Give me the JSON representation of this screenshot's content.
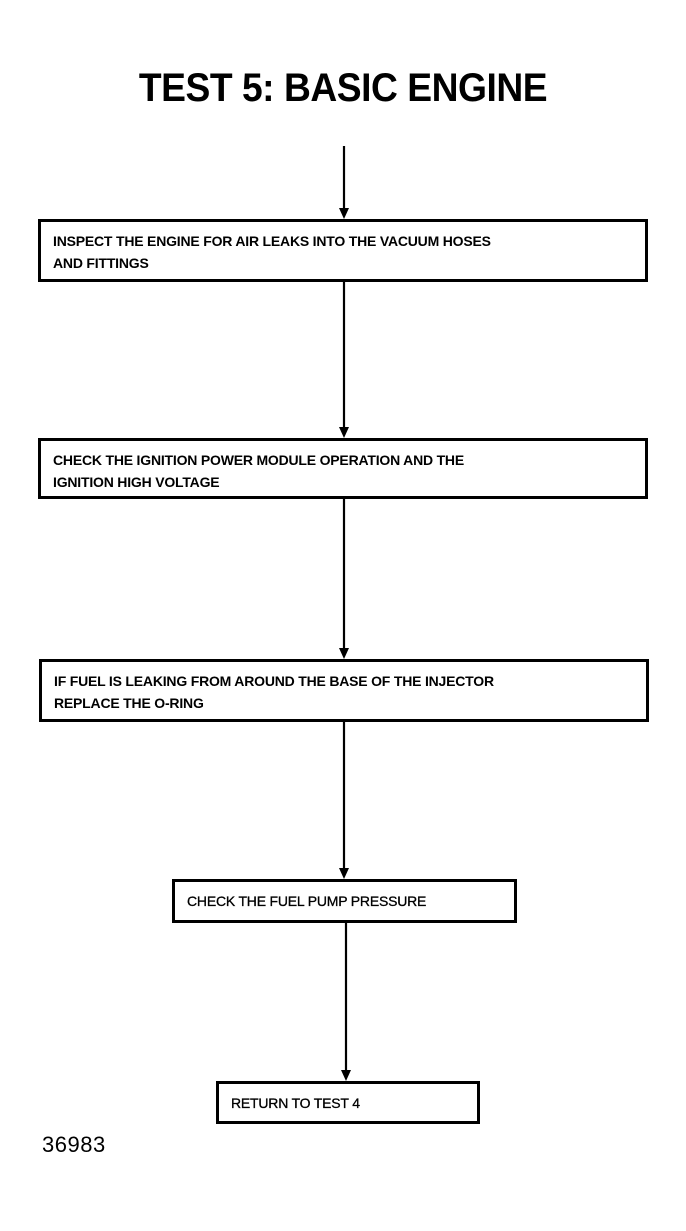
{
  "title": "TEST 5:  BASIC ENGINE",
  "steps": [
    {
      "text": "INSPECT THE ENGINE FOR AIR LEAKS INTO THE VACUUM HOSES\nAND FITTINGS"
    },
    {
      "text": "CHECK THE IGNITION POWER MODULE OPERATION AND THE\nIGNITION HIGH VOLTAGE"
    },
    {
      "text": "IF FUEL IS LEAKING FROM AROUND THE BASE OF THE INJECTOR\nREPLACE THE O-RING"
    },
    {
      "text": "CHECK THE FUEL PUMP PRESSURE"
    },
    {
      "text": "RETURN TO TEST 4"
    }
  ],
  "figure_number": "36983"
}
